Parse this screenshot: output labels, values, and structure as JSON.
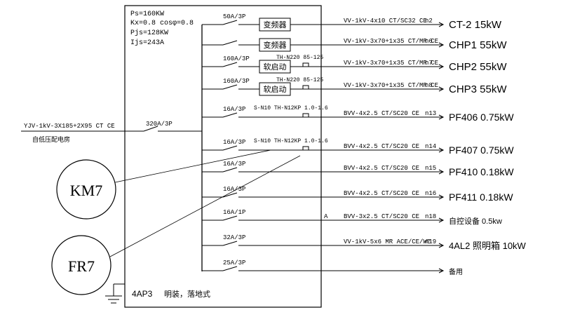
{
  "panel": {
    "params": [
      "Ps=160KW",
      "Kx=0.8 cosφ=0.8",
      "Pjs=128KW",
      "Ijs=243A"
    ],
    "name": "4AP3",
    "mount": "明装，落地式"
  },
  "incoming": {
    "cable": "YJV-1kV-3X185+2X95 CT CE",
    "source": "自低压配电房",
    "breaker": "320A/3P"
  },
  "callouts": {
    "km": "KM7",
    "fr": "FR7"
  },
  "circuits": [
    {
      "breaker": "50A/3P",
      "device": "变频器",
      "relay_label": "",
      "cable": "VV-1kV-4x10 CT/SC32 CE",
      "circuit": "n2",
      "load": "CT-2 15kW"
    },
    {
      "breaker": "",
      "device": "变频器",
      "relay_label": "",
      "cable": "VV-1kV-3x70+1x35 CT/MR CE",
      "circuit": "n6",
      "load": "CHP1 55kW"
    },
    {
      "breaker": "160A/3P",
      "device": "软启动",
      "relay_label": "TH-N220 85-125",
      "cable": "VV-1kV-3x70+1x35 CT/MR CE",
      "circuit": "n7",
      "load": "CHP2 55kW"
    },
    {
      "breaker": "160A/3P",
      "device": "软启动",
      "relay_label": "TH-N220 85-125",
      "cable": "VV-1kV-3x70+1x35 CT/MR CE",
      "circuit": "n8",
      "load": "CHP3 55kW"
    },
    {
      "breaker": "16A/3P",
      "device": "",
      "relay_label": "S-N10 TH-N12KP 1.0-1.6",
      "cable": "BVV-4x2.5 CT/SC20 CE",
      "circuit": "n13",
      "load": "PF406 0.75kW"
    },
    {
      "breaker": "16A/3P",
      "device": "",
      "relay_label": "S-N10 TH-N12KP 1.0-1.6",
      "cable": "BVV-4x2.5 CT/SC20 CE",
      "circuit": "n14",
      "load": "PF407 0.75kW"
    },
    {
      "breaker": "16A/3P",
      "device": "",
      "relay_label": "",
      "cable": "BVV-4x2.5 CT/SC20 CE",
      "circuit": "n15",
      "load": "PF410 0.18kW"
    },
    {
      "breaker": "16A/3P",
      "device": "",
      "relay_label": "",
      "cable": "BVV-4x2.5 CT/SC20 CE",
      "circuit": "n16",
      "load": "PF411 0.18kW"
    },
    {
      "breaker": "16A/1P",
      "device": "",
      "relay_label": "",
      "phase": "A",
      "cable": "BVV-3x2.5 CT/SC20 CE",
      "circuit": "n18",
      "load": "自控设备 0.5kw"
    },
    {
      "breaker": "32A/3P",
      "device": "",
      "relay_label": "",
      "cable": "VV-1kV-5x6 MR ACE/CE/WE",
      "circuit": "n19",
      "load": "4AL2 照明箱 10kW"
    },
    {
      "breaker": "25A/3P",
      "device": "",
      "relay_label": "",
      "cable": "",
      "circuit": "",
      "load": "备用"
    }
  ]
}
